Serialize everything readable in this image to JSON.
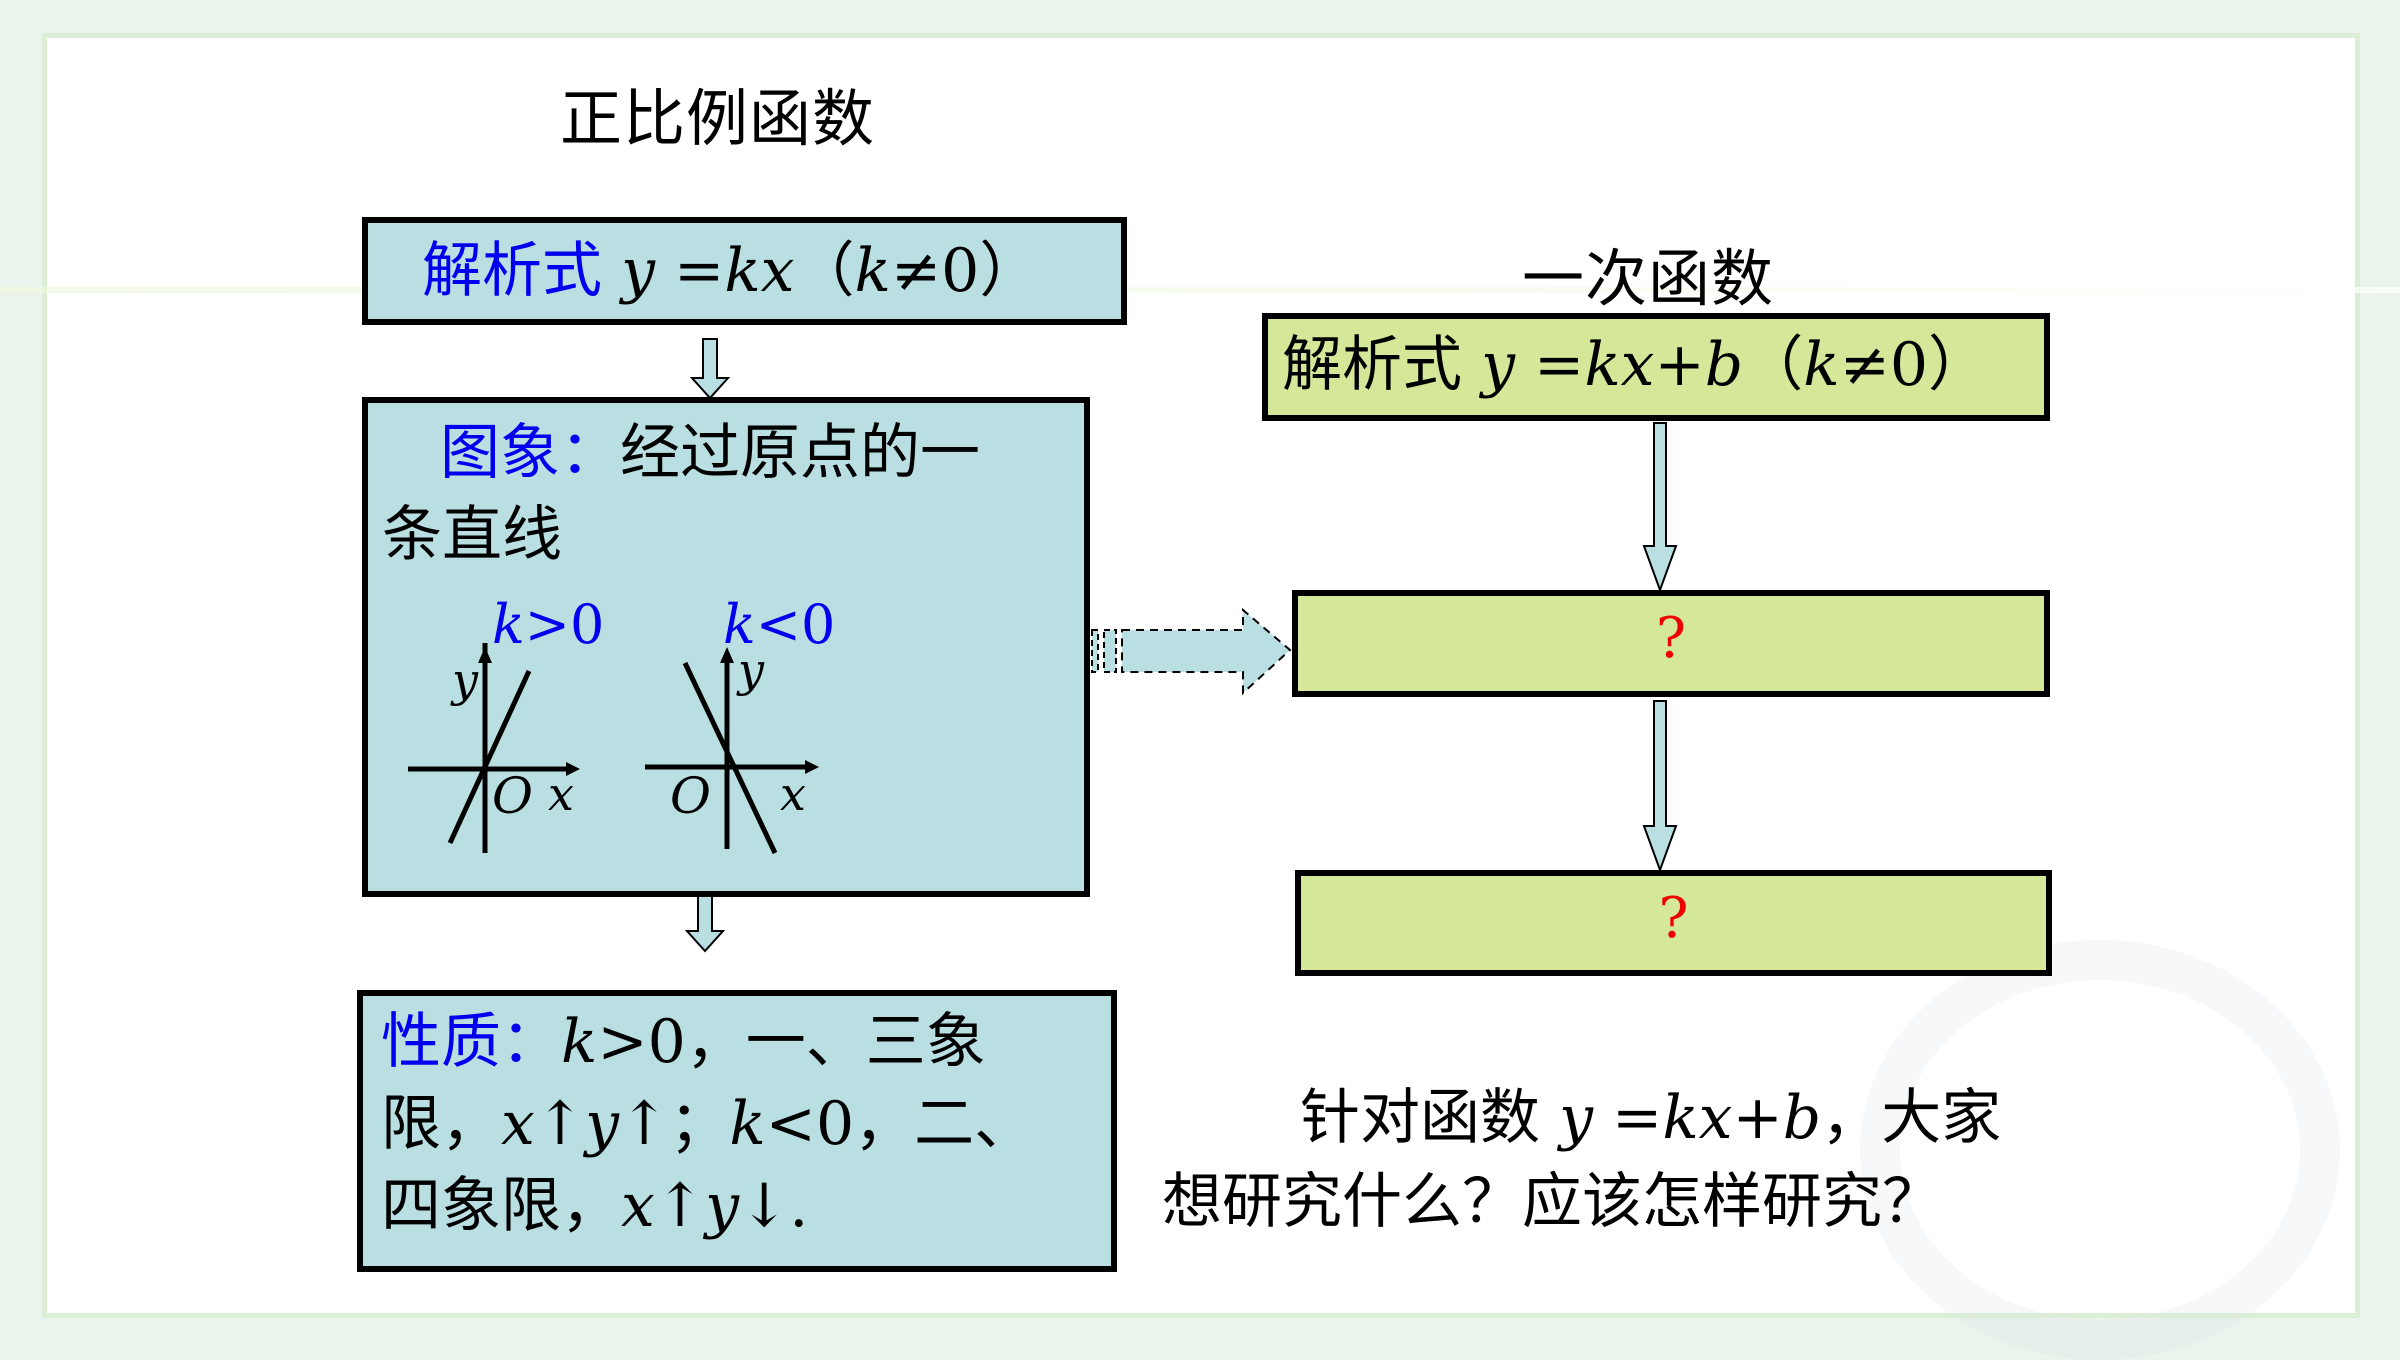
{
  "slide": {
    "left_title": "正比例函数",
    "right_title": "一次函数",
    "left": {
      "formula": {
        "label": "解析式",
        "expr": "y =kx",
        "cond_open": "（",
        "cond_k": "k",
        "cond_rest": "≠0）"
      },
      "graph": {
        "label": "图象：",
        "desc_line1": "经过原点的一",
        "desc_line2": "条直线",
        "cases": [
          {
            "k": "k",
            "rel": ">0",
            "y_axis": "y",
            "x_axis": "x",
            "origin": "O",
            "slope_sign": "positive"
          },
          {
            "k": "k",
            "rel": "<0",
            "y_axis": "y",
            "x_axis": "x",
            "origin": "O",
            "slope_sign": "negative"
          }
        ]
      },
      "properties": {
        "label": "性质：",
        "line1_k": "k",
        "line1_rest": ">0，一、三象",
        "line2_a": "限，",
        "line2_x": "x",
        "line2_up1": "↑",
        "line2_y": "y",
        "line2_up2": "↑；",
        "line2_k": "k",
        "line2_rest": "<0，二、",
        "line3_a": "四象限，",
        "line3_x": "x",
        "line3_up": "↑",
        "line3_y": "y",
        "line3_down": "↓."
      }
    },
    "right": {
      "formula": {
        "label": "解析式",
        "expr": "y =kx+b",
        "cond_open": "（",
        "cond_k": "k",
        "cond_rest": "≠0）"
      },
      "unknown_1": "?",
      "unknown_2": "?"
    },
    "question": {
      "line1_a": "针对函数",
      "line1_expr": "y =kx+b",
      "line1_b": "，大家",
      "line2": "想研究什么？应该怎样研究？"
    }
  },
  "colors": {
    "blue_box": "#badfe3",
    "green_box": "#d5e89a",
    "highlight_text": "#0000ee",
    "question_mark": "#ee0000"
  }
}
